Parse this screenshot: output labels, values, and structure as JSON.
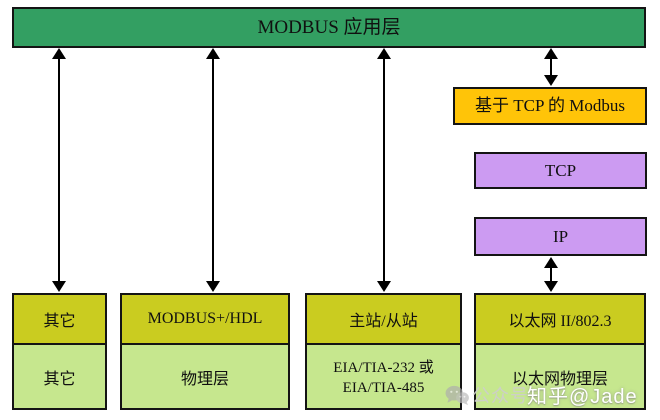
{
  "diagram": {
    "title": "MODBUS 应用层",
    "right_stack": {
      "modbus_tcp_label": "基于 TCP 的 Modbus",
      "tcp_label": "TCP",
      "ip_label": "IP"
    },
    "columns": [
      {
        "protocol": "其它",
        "physical": "其它"
      },
      {
        "protocol": "MODBUS+/HDL",
        "physical": "物理层"
      },
      {
        "protocol": "主站/从站",
        "physical_line1": "EIA/TIA-232 或",
        "physical_line2": "EIA/TIA-485"
      },
      {
        "protocol": "以太网 II/802.3",
        "physical": "以太网物理层"
      }
    ],
    "colors": {
      "app_layer_green": "#339F62",
      "protocol_olive": "#CACC20",
      "physical_light_green": "#C6E78E",
      "modbus_tcp_gold": "#FFC408",
      "tcp_ip_purple": "#CC9BF2",
      "arrow_black": "#000000"
    },
    "watermark": {
      "source_label": "公众号",
      "account": "知乎@Jade",
      "icon": "wechat-icon"
    }
  }
}
